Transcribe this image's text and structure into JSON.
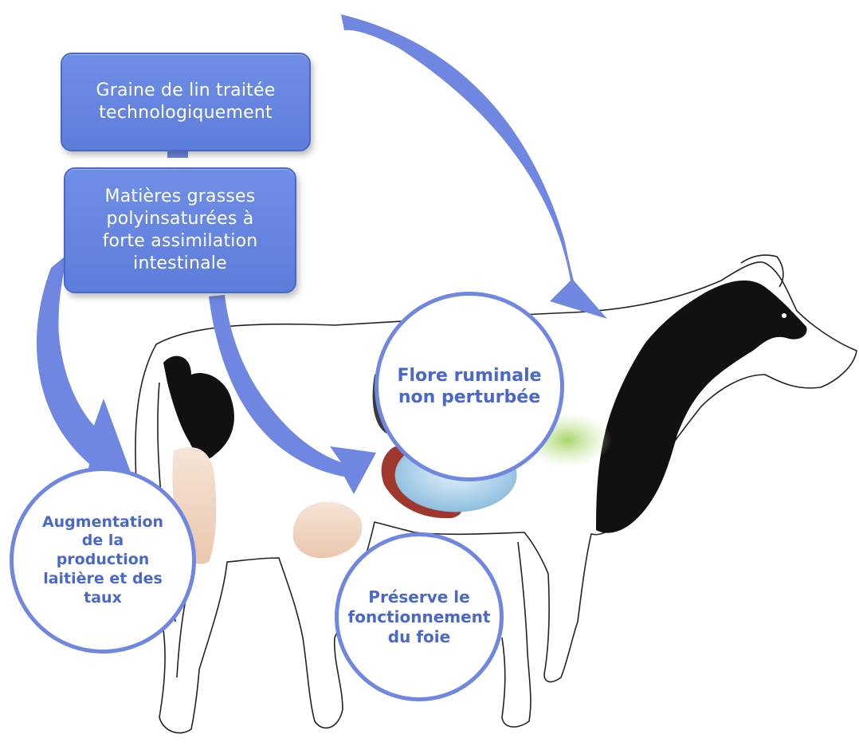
{
  "boxes": {
    "graine": "Graine de lin traitée\ntechnologiquement",
    "matieres": "Matières grasses\npolyinsaturées à\nforte assimilation\nintestinale"
  },
  "circles": {
    "flore": "Flore ruminale\nnon perturbée",
    "foie": "Préserve le\nfonctionnement\ndu foie",
    "production": "Augmentation\nde la\nproduction\nlaitière et des\ntaux"
  },
  "colors": {
    "box_fill": "#6385df",
    "arrow": "#6f87e0",
    "circle_border": "#6f87e0",
    "circle_text": "#4a68c8",
    "cow_black": "#111111",
    "liver": "#a0372d",
    "rumen": "#a9cfe8",
    "udder": "#efd2bf"
  }
}
